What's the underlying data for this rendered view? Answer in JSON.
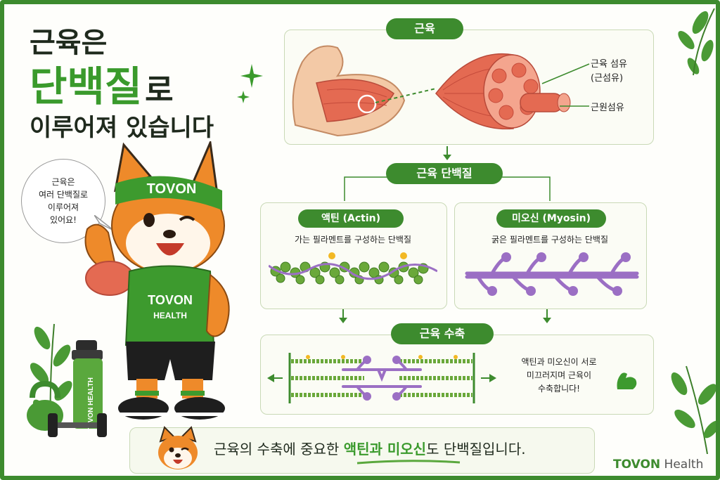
{
  "headline": {
    "line1": "근육은",
    "line2_main": "단백질",
    "line2_suffix": "로",
    "line3": "이루어져 있습니다"
  },
  "speech_bubble": "근육은\n여러 단백질로\n이루어져\n있어요!",
  "mascot": {
    "headband_text": "TOVON",
    "shirt_line1": "TOVON",
    "shirt_line2": "HEALTH",
    "bottle_text": "TOVON HEALTH"
  },
  "muscle_section": {
    "title": "근육",
    "label_fiber": "근육 섬유",
    "label_fiber_sub": "(근섬유)",
    "label_myofibril": "근원섬유"
  },
  "protein_section": {
    "title": "근육 단백질",
    "actin": {
      "title": "액틴 (Actin)",
      "desc": "가는 필라멘트를 구성하는 단백질"
    },
    "myosin": {
      "title": "미오신 (Myosin)",
      "desc": "굵은 필라멘트를 구성하는 단백질"
    }
  },
  "contraction_section": {
    "title": "근육 수축",
    "desc": "액틴과 미오신이 서로\n미끄러지며 근육이\n수축합니다!"
  },
  "bottom_banner": {
    "part1": "근육의 수축에 중요한 ",
    "highlight": "액틴과 미오신",
    "part2": "도 단백질입니다."
  },
  "brand": {
    "bold": "TOVON",
    "light": " Health"
  },
  "colors": {
    "green": "#3d8b2e",
    "actin": "#6aa83a",
    "myosin": "#9b6fc4",
    "muscle": "#e46a52",
    "fox": "#ee8a2a"
  }
}
